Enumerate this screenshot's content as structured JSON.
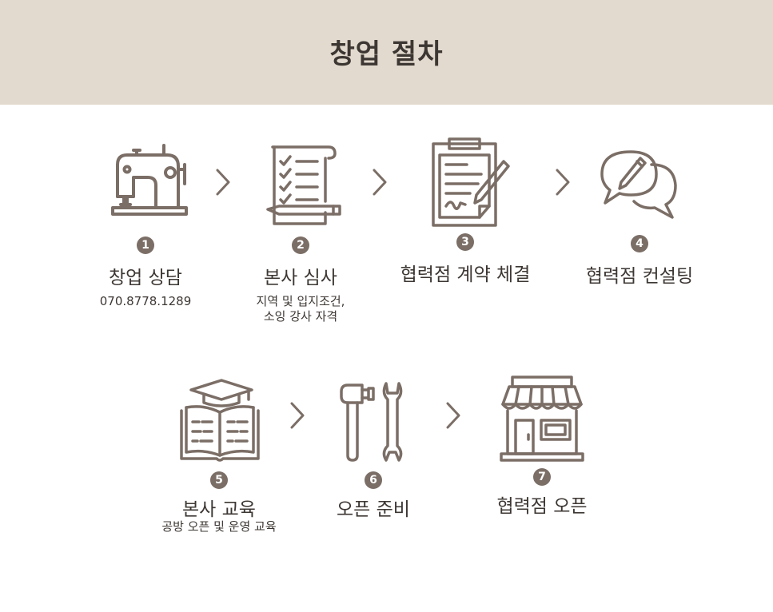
{
  "header": {
    "title": "창업 절차"
  },
  "steps": [
    {
      "num": "1",
      "label": "창업 상담",
      "sub": "070.8778.1289",
      "icon": "sewing-machine-icon"
    },
    {
      "num": "2",
      "label": "본사 심사",
      "sub_lines": [
        "지역 및 입지조건,",
        "소잉 강사 자격"
      ],
      "icon": "checklist-icon"
    },
    {
      "num": "3",
      "label": "협력점 계약 체결",
      "icon": "contract-clipboard-icon"
    },
    {
      "num": "4",
      "label": "협력점 컨설팅",
      "icon": "speech-bubbles-icon"
    },
    {
      "num": "5",
      "label": "본사 교육",
      "sub": "공방 오픈 및 운영 교육",
      "icon": "graduation-book-icon"
    },
    {
      "num": "6",
      "label": "오픈 준비",
      "icon": "hammer-wrench-icon"
    },
    {
      "num": "7",
      "label": "협력점 오픈",
      "icon": "storefront-icon"
    }
  ],
  "colors": {
    "header_bg": "#e2dace",
    "icon_stroke": "#7b6e66",
    "number_badge": "#7b6e66",
    "text": "#3d3733"
  }
}
